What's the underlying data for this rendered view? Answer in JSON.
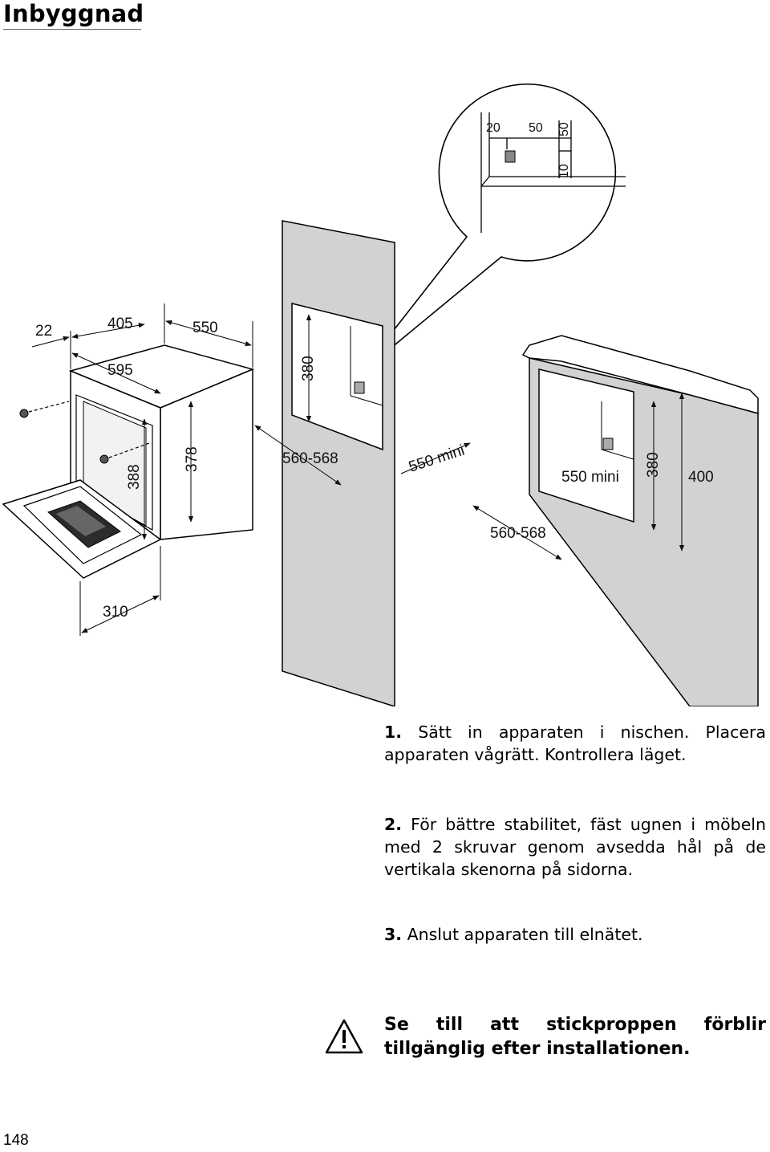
{
  "page": {
    "title": "Inbyggnad",
    "page_number": "148"
  },
  "figure": {
    "detail": {
      "d20": "20",
      "d50a": "50",
      "d50b": "50",
      "d10": "10"
    },
    "oven": {
      "d22": "22",
      "d405": "405",
      "d550": "550",
      "d595": "595",
      "d388": "388",
      "d378": "378",
      "d310": "310"
    },
    "niche_wall": {
      "d380": "380",
      "d560_568": "560-568",
      "d550_mini": "550 mini"
    },
    "niche_counter": {
      "d550_mini": "550 mini",
      "d380": "380",
      "d400": "400",
      "d560_568": "560-568"
    }
  },
  "steps": [
    {
      "num": "1.",
      "text": "Sätt in apparaten i nischen. Placera apparaten vågrätt. Kontrollera läget."
    },
    {
      "num": "2.",
      "text": "För bättre stabilitet, fäst ugnen i möbeln med 2 skruvar genom avsedda hål på de vertikala skenorna på sidorna."
    },
    {
      "num": "3.",
      "text": "Anslut apparaten till elnätet."
    }
  ],
  "warning": {
    "icon": "warning-triangle-icon",
    "text": "Se till att stickproppen förblir tillgänglig efter installationen."
  }
}
